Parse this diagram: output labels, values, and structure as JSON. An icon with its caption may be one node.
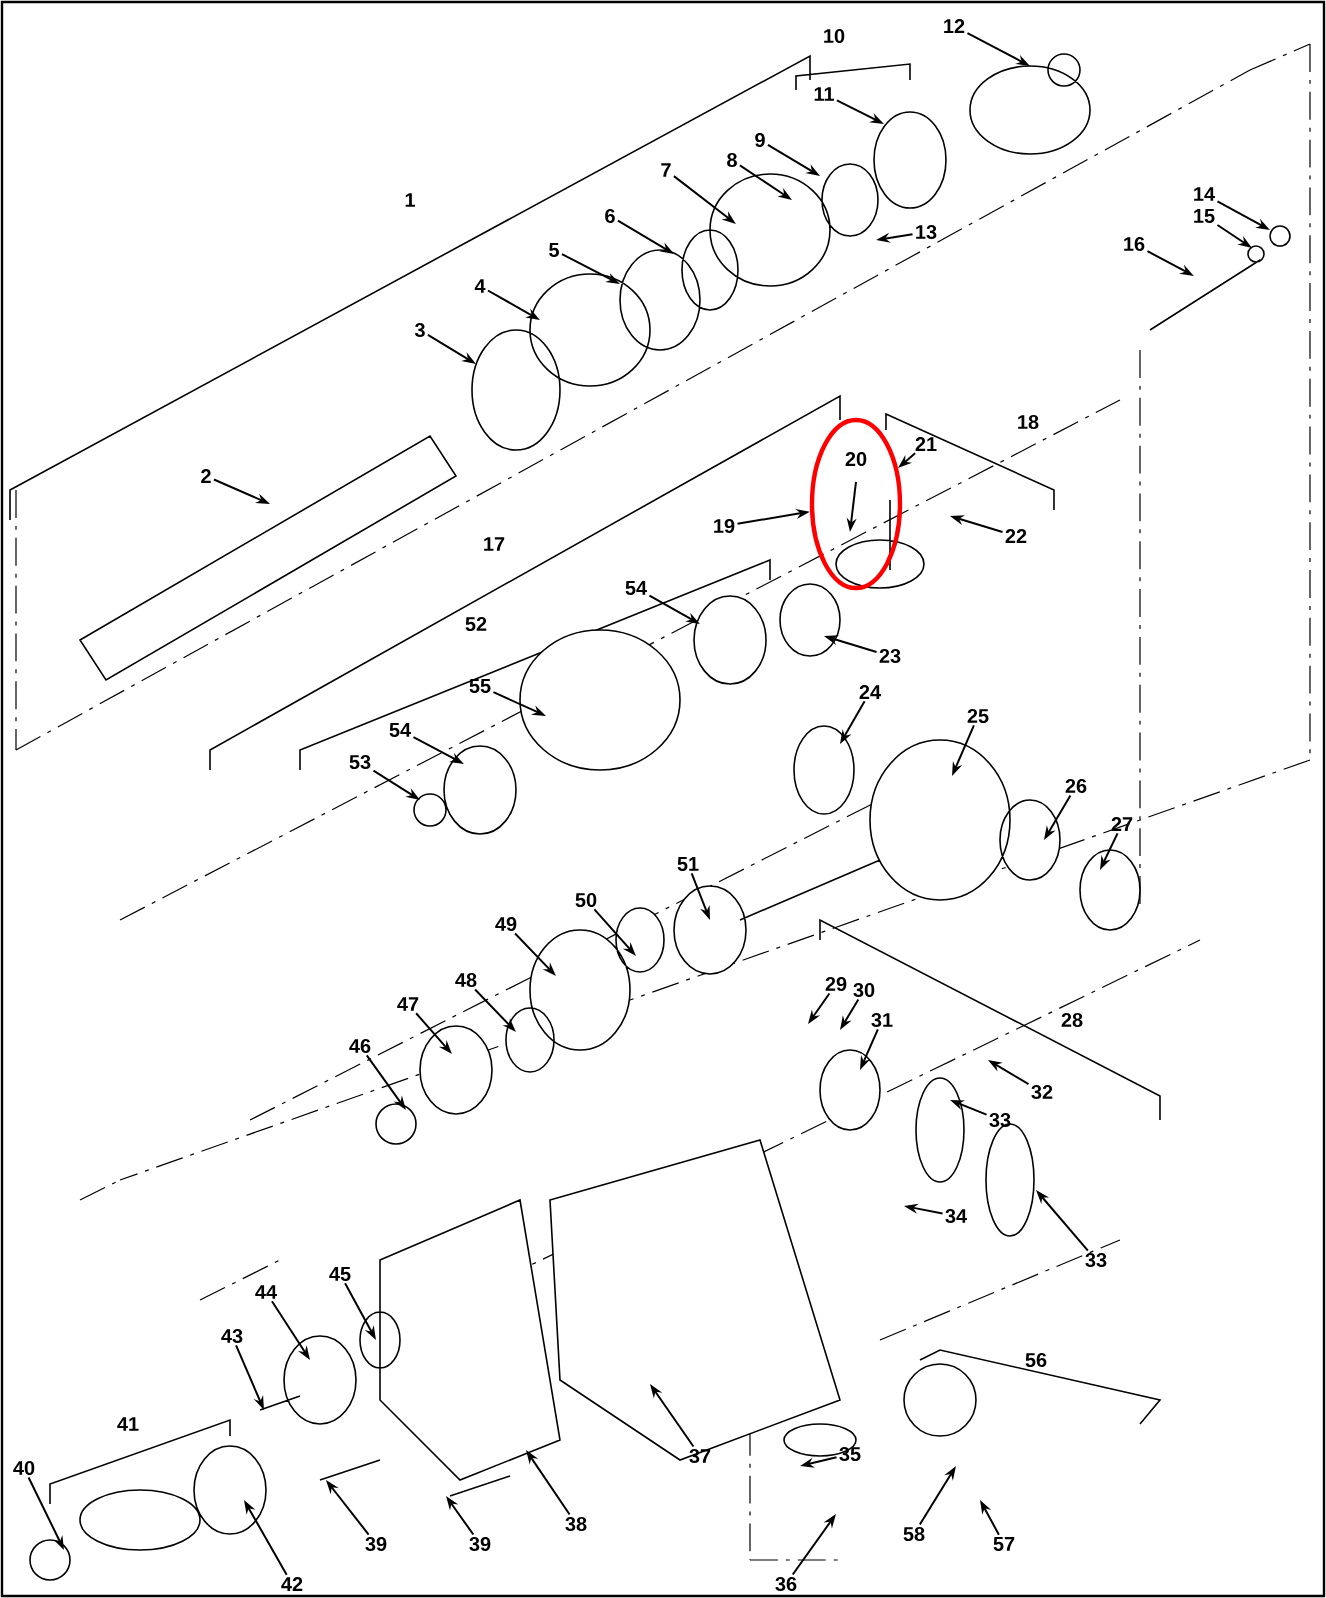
{
  "diagram": {
    "nodes": [
      {
        "text": [
          "2"
        ]
      },
      {
        "text": [
          "3"
        ]
      },
      {
        "text": [
          "4"
        ]
      },
      {
        "text": [
          "5"
        ]
      },
      {
        "text": [
          "6"
        ]
      },
      {
        "text": [
          "7"
        ]
      },
      {
        "text": [
          "8"
        ]
      },
      {
        "text": [
          "9"
        ]
      },
      {
        "text": [
          "11"
        ]
      },
      {
        "text": [
          "12"
        ]
      },
      {
        "text": [
          "13"
        ]
      },
      {
        "text": [
          "14"
        ]
      },
      {
        "text": [
          "15"
        ]
      },
      {
        "text": [
          "16"
        ]
      },
      {
        "text": [
          "19"
        ]
      },
      {
        "text": [
          "20"
        ]
      },
      {
        "text": [
          "21"
        ]
      },
      {
        "text": [
          "22"
        ]
      },
      {
        "text": [
          "23"
        ]
      },
      {
        "text": [
          "24"
        ]
      },
      {
        "text": [
          "25"
        ]
      },
      {
        "text": [
          "26"
        ]
      },
      {
        "text": [
          "27"
        ]
      },
      {
        "text": [
          "29"
        ]
      },
      {
        "text": [
          "30"
        ]
      },
      {
        "text": [
          "31"
        ]
      },
      {
        "text": [
          "32"
        ]
      },
      {
        "text": [
          "33"
        ]
      },
      {
        "text": [
          "33"
        ]
      },
      {
        "text": [
          "34"
        ]
      },
      {
        "text": [
          "35"
        ]
      },
      {
        "text": [
          "36"
        ]
      },
      {
        "text": [
          "37"
        ]
      },
      {
        "text": [
          "38"
        ]
      },
      {
        "text": [
          "39"
        ]
      },
      {
        "text": [
          "39"
        ]
      },
      {
        "text": [
          "40"
        ]
      },
      {
        "text": [
          "42"
        ]
      },
      {
        "text": [
          "43"
        ]
      },
      {
        "text": [
          "44"
        ]
      },
      {
        "text": [
          "45"
        ]
      },
      {
        "text": [
          "46"
        ]
      },
      {
        "text": [
          "47"
        ]
      },
      {
        "text": [
          "48"
        ]
      },
      {
        "text": [
          "49"
        ]
      },
      {
        "text": [
          "50"
        ]
      },
      {
        "text": [
          "51"
        ]
      },
      {
        "text": [
          "53"
        ]
      },
      {
        "text": [
          "54"
        ]
      },
      {
        "text": [
          "54"
        ]
      },
      {
        "text": [
          "55"
        ]
      },
      {
        "text": [
          "57"
        ]
      },
      {
        "text": [
          "58"
        ]
      }
    ],
    "edges": [
      {
        "from": 0,
        "to": null,
        "arrow": "to"
      },
      {
        "from": 1,
        "to": null,
        "arrow": "to"
      },
      {
        "from": 2,
        "to": null,
        "arrow": "to"
      },
      {
        "from": 3,
        "to": null,
        "arrow": "to"
      },
      {
        "from": 4,
        "to": null,
        "arrow": "to"
      },
      {
        "from": 5,
        "to": null,
        "arrow": "to"
      },
      {
        "from": 6,
        "to": null,
        "arrow": "to"
      },
      {
        "from": 7,
        "to": null,
        "arrow": "to"
      },
      {
        "from": 8,
        "to": null,
        "arrow": "to"
      },
      {
        "from": 9,
        "to": null,
        "arrow": "to"
      },
      {
        "from": 10,
        "to": null,
        "arrow": "to"
      },
      {
        "from": 11,
        "to": null,
        "arrow": "to"
      },
      {
        "from": 12,
        "to": null,
        "arrow": "to"
      },
      {
        "from": 13,
        "to": null,
        "arrow": "to"
      },
      {
        "from": 14,
        "to": 15,
        "arrow": "to"
      },
      {
        "from": 15,
        "to": null,
        "arrow": "to"
      },
      {
        "from": 16,
        "to": 15,
        "arrow": "to"
      },
      {
        "from": 17,
        "to": null,
        "arrow": "to"
      },
      {
        "from": 18,
        "to": null,
        "arrow": "to"
      },
      {
        "from": 19,
        "to": null,
        "arrow": "to"
      },
      {
        "from": 20,
        "to": null,
        "arrow": "to"
      },
      {
        "from": 21,
        "to": null,
        "arrow": "to"
      },
      {
        "from": 22,
        "to": null,
        "arrow": "to"
      },
      {
        "from": 23,
        "to": null,
        "arrow": "to"
      },
      {
        "from": 24,
        "to": null,
        "arrow": "to"
      },
      {
        "from": 25,
        "to": null,
        "arrow": "to"
      },
      {
        "from": 26,
        "to": null,
        "arrow": "to"
      },
      {
        "from": 27,
        "to": null,
        "arrow": "to"
      },
      {
        "from": 28,
        "to": null,
        "arrow": "to"
      },
      {
        "from": 29,
        "to": null,
        "arrow": "to"
      },
      {
        "from": 30,
        "to": null,
        "arrow": "to"
      },
      {
        "from": 31,
        "to": null,
        "arrow": "to"
      },
      {
        "from": 32,
        "to": null,
        "arrow": "to"
      },
      {
        "from": 33,
        "to": null,
        "arrow": "to"
      },
      {
        "from": 34,
        "to": null,
        "arrow": "to"
      },
      {
        "from": 35,
        "to": null,
        "arrow": "to"
      },
      {
        "from": 36,
        "to": null,
        "arrow": "to"
      },
      {
        "from": 37,
        "to": null,
        "arrow": "to"
      },
      {
        "from": 38,
        "to": null,
        "arrow": "to"
      },
      {
        "from": 39,
        "to": null,
        "arrow": "to"
      },
      {
        "from": 40,
        "to": null,
        "arrow": "to"
      },
      {
        "from": 41,
        "to": null,
        "arrow": "to"
      },
      {
        "from": 42,
        "to": null,
        "arrow": "to"
      },
      {
        "from": 43,
        "to": null,
        "arrow": "to"
      },
      {
        "from": 44,
        "to": null,
        "arrow": "to"
      },
      {
        "from": 45,
        "to": null,
        "arrow": "to"
      },
      {
        "from": 46,
        "to": null,
        "arrow": "to"
      },
      {
        "from": 47,
        "to": null,
        "arrow": "to"
      },
      {
        "from": 48,
        "to": null,
        "arrow": "to"
      },
      {
        "from": 49,
        "to": null,
        "arrow": "to"
      },
      {
        "from": 50,
        "to": null,
        "arrow": "to"
      },
      {
        "from": 51,
        "to": null,
        "arrow": "to"
      },
      {
        "from": 52,
        "to": null,
        "arrow": "to"
      }
    ],
    "labels": [
      "1",
      "10",
      "17",
      "18",
      "52",
      "28",
      "41",
      "56"
    ]
  }
}
